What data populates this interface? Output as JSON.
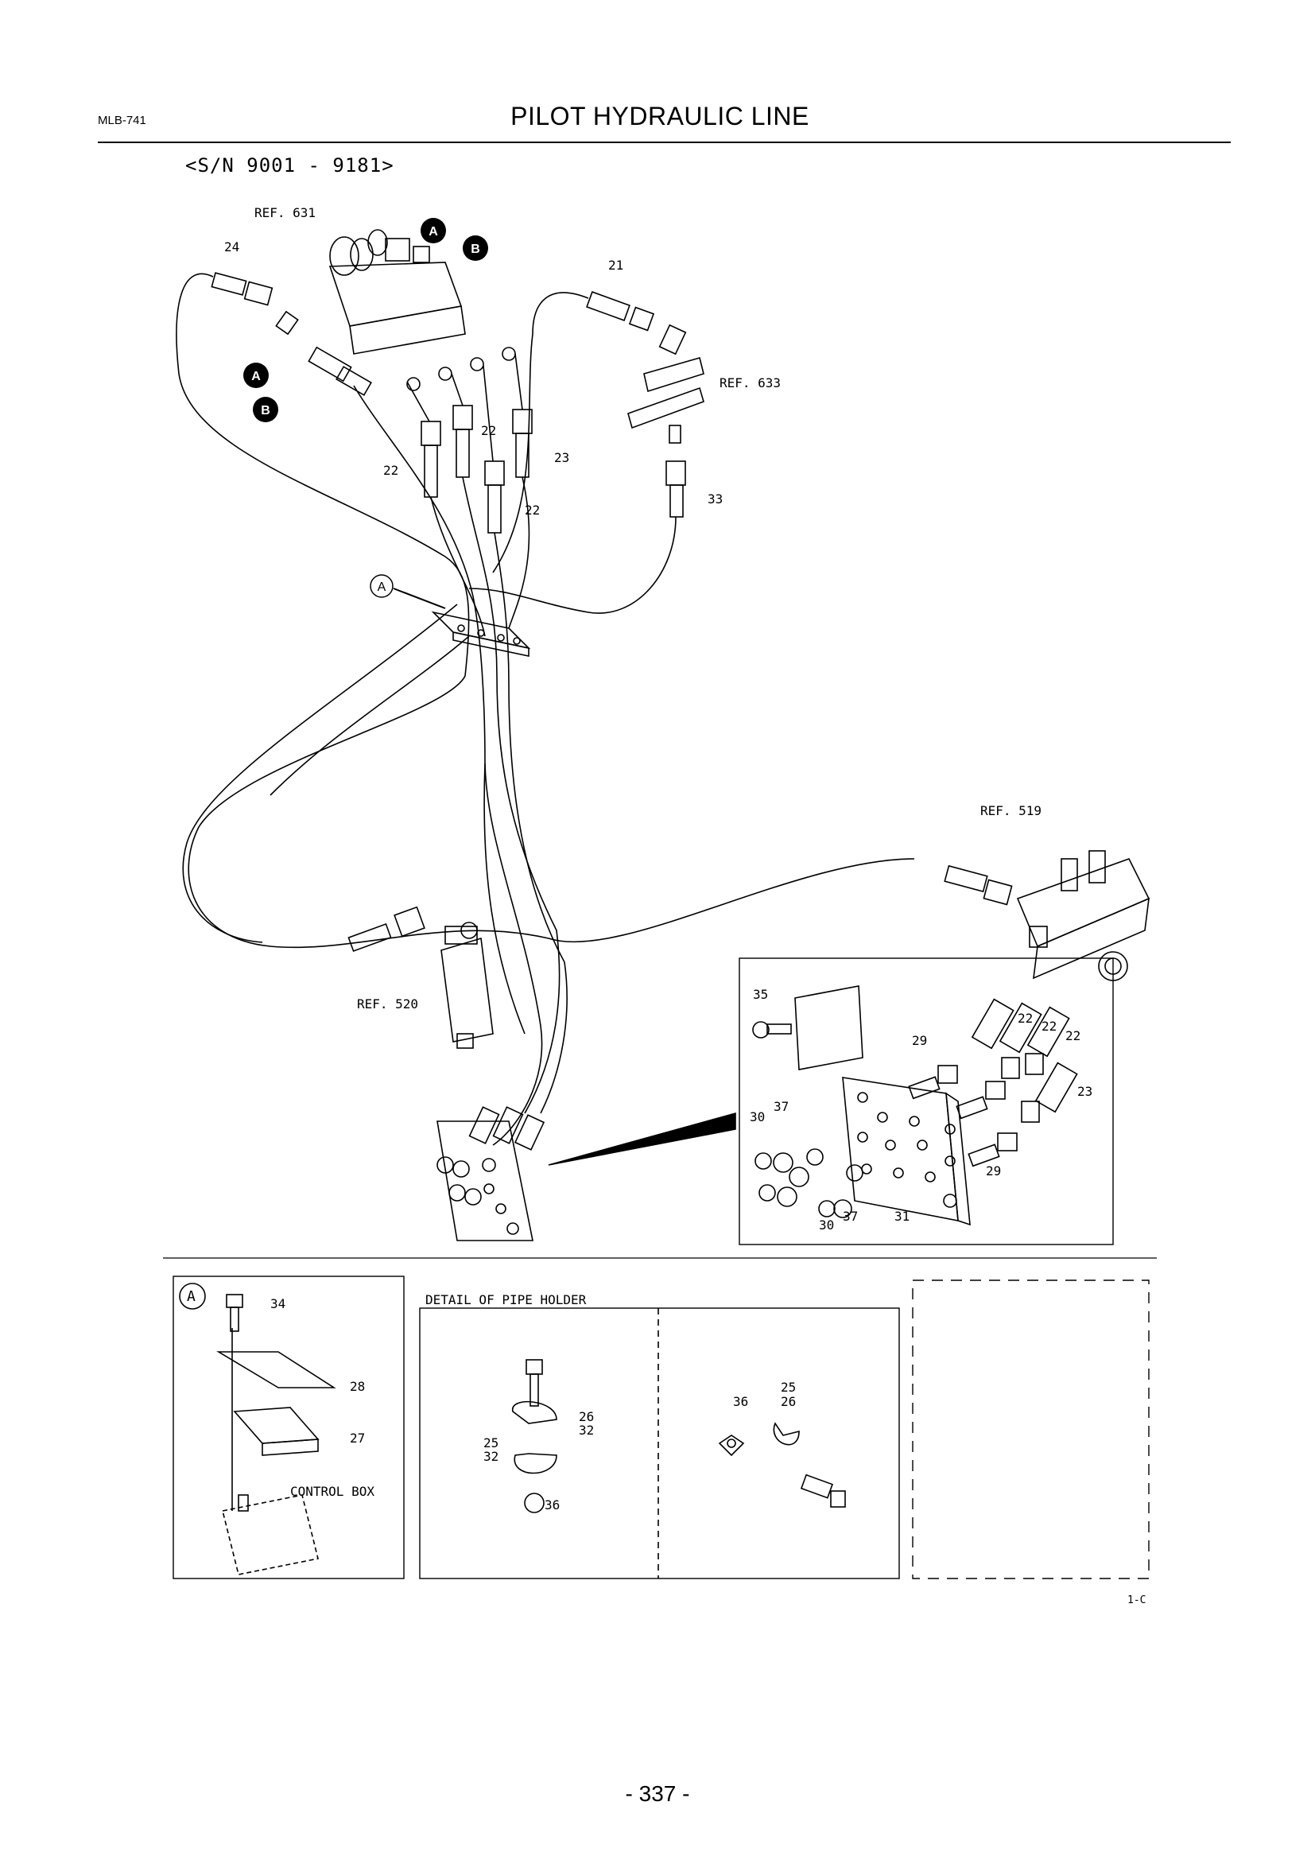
{
  "header": {
    "doc_code": "MLB-741",
    "title": "PILOT HYDRAULIC LINE",
    "serial_range": "<S/N 9001 - 9181>"
  },
  "callouts": {
    "ref_631": "REF. 631",
    "ref_633": "REF. 633",
    "ref_519": "REF. 519",
    "ref_520": "REF. 520",
    "n24": "24",
    "n21": "21",
    "n22a": "22",
    "n22b": "22",
    "n22c": "22",
    "n23a": "23",
    "n33": "33",
    "marker_a": "A",
    "marker_b": "B"
  },
  "detail_plate": {
    "n35": "35",
    "n22x": "22",
    "n22y": "22",
    "n22z": "22",
    "n29a": "29",
    "n23b": "23",
    "n30a": "30",
    "n37a": "37",
    "n29b": "29",
    "n30b": "30",
    "n37b": "37",
    "n31": "31"
  },
  "detail_a": {
    "marker": "A",
    "n34": "34",
    "n28": "28",
    "n27": "27",
    "control_box": "CONTROL BOX"
  },
  "pipe_holder": {
    "title": "DETAIL OF PIPE HOLDER",
    "n26a": "26",
    "n32a": "32",
    "n25a": "25",
    "n32b": "32",
    "n36a": "36",
    "n25b": "25",
    "n36b": "36",
    "n26b": "26"
  },
  "figure_code": "1-C",
  "page_number": "- 337 -"
}
